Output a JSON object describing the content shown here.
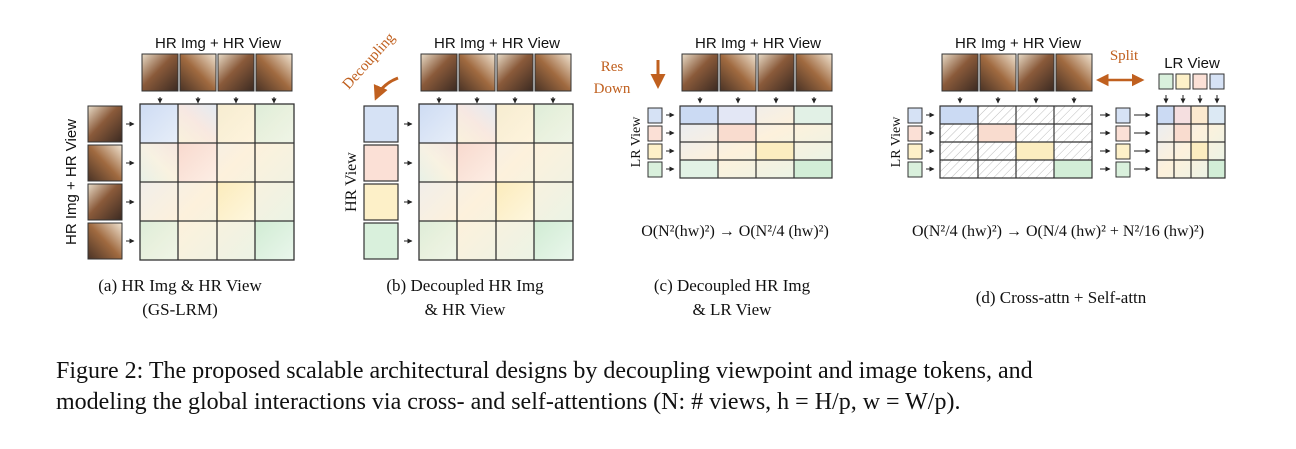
{
  "panels": {
    "a": {
      "top_label": "HR Img + HR View",
      "side_label": "HR Img + HR View",
      "caption_line1": "(a) HR Img & HR View",
      "caption_line2": "(GS-LRM)"
    },
    "b": {
      "top_label": "HR Img + HR View",
      "side_label": "HR View",
      "annotation": "Decoupling",
      "caption_line1": "(b) Decoupled HR Img",
      "caption_line2": "& HR View"
    },
    "c": {
      "top_label": "HR Img + HR View",
      "side_label": "LR View",
      "annotation_line1": "Res",
      "annotation_line2": "Down",
      "formula": "O(N²(hw)²) → O(N²/4 (hw)²)",
      "caption_line1": "(c) Decoupled HR Img",
      "caption_line2": "& LR View"
    },
    "d": {
      "top_label": "HR Img + HR View",
      "side_label": "LR View",
      "split_label": "Split",
      "right_top_label": "LR View",
      "formula": "O(N²/4 (hw)²) → O(N/4 (hw)² + N²/16 (hw)²)",
      "caption_line1": "(d) Cross-attn + Self-attn"
    }
  },
  "figure_caption": {
    "line1": "Figure 2: The proposed scalable architectural designs by decoupling viewpoint and image tokens, and",
    "line2": "modeling the global interactions via cross- and self-attentions (N: # views, h = H/p, w = W/p)."
  },
  "colors": {
    "view1": "#d6e2f5",
    "view2": "#fbe0d6",
    "view3": "#fdf0c8",
    "view4": "#d9f0dc",
    "accent_orange": "#c0601f",
    "grid_stroke": "#333333"
  }
}
